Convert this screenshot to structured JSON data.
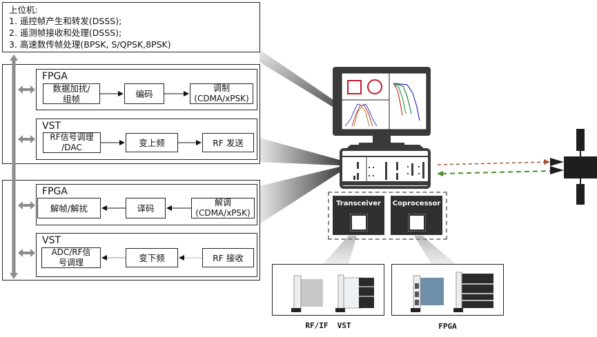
{
  "host": {
    "title": "上位机:",
    "items": [
      "1.   遥控帧产生和转发(DSSS);",
      "2.   遥测帧接收和处理(DSSS);",
      "3.   高速数传帧处理(BPSK, S/QPSK,8PSK)"
    ]
  },
  "tx_group": {
    "fpga": {
      "title": "FPGA",
      "nodes": [
        "数据加扰/\n组帧",
        "编码",
        "调制\n(CDMA/xPSK)"
      ]
    },
    "vst": {
      "title": "VST",
      "nodes": [
        "RF信号调理\n/DAC",
        "变上频",
        "RF 发送"
      ]
    }
  },
  "rx_group": {
    "fpga": {
      "title": "FPGA",
      "nodes": [
        "解帧/解扰",
        "译码",
        "解调\n(CDMA/xPSK)"
      ]
    },
    "vst": {
      "title": "VST",
      "nodes": [
        "ADC/RF信\n号调理",
        "变下频",
        "RF 接收"
      ]
    }
  },
  "hardware": {
    "cards": [
      "Transceiver",
      "Coprocessor"
    ],
    "product_labels": [
      "RF/IF  VST",
      "FPGA"
    ]
  },
  "colors": {
    "uplink": "#a0522d",
    "downlink": "#4f8a2e",
    "dark": "#3a3a3a"
  }
}
